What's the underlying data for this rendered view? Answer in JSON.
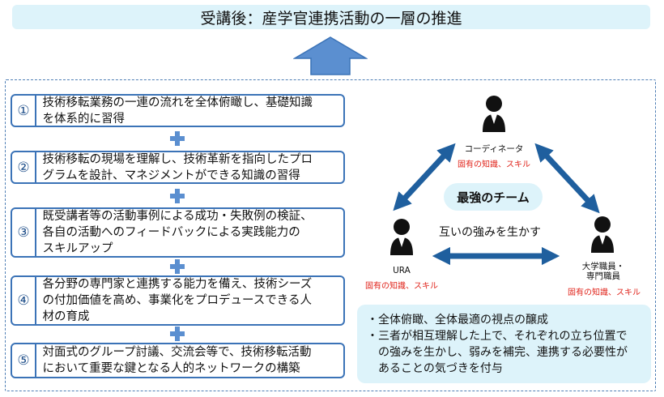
{
  "title": "受講後：産学官連携活動の一層の推進",
  "steps": [
    {
      "num": "①",
      "lines": [
        "技術移転業務の一連の流れを全体俯瞰し、基礎知識",
        "を体系的に習得"
      ]
    },
    {
      "num": "②",
      "lines": [
        "技術移転の現場を理解し、技術革新を指向したプロ",
        "グラムを設計、マネジメントができる知識の習得"
      ]
    },
    {
      "num": "③",
      "lines": [
        "既受講者等の活動事例による成功・失敗例の検証、",
        "各自の活動へのフィードバックによる実践能力の",
        "スキルアップ"
      ]
    },
    {
      "num": "④",
      "lines": [
        "各分野の専門家と連携する能力を備え、技術シーズ",
        "の付加価値を高め、事業化をプロデュースできる人",
        "材の育成"
      ]
    },
    {
      "num": "⑤",
      "lines": [
        "対面式のグループ討議、交流会等で、技術移転活動",
        "において重要な鍵となる人的ネットワークの構築"
      ]
    }
  ],
  "team": {
    "center_label": "最強のチーム",
    "mutual_label": "互いの強みを生かす",
    "roles": {
      "coordinator": {
        "name": "コーディネータ",
        "skill": "固有の知識、スキル"
      },
      "ura": {
        "name": "URA",
        "skill": "固有の知識、スキル"
      },
      "staff": {
        "name_line1": "大学職員・",
        "name_line2": "専門職員",
        "skill": "固有の知識、スキル"
      }
    }
  },
  "effects": [
    {
      "bullet": "・",
      "lines": [
        "全体俯瞰、全体最適の視点の醸成"
      ]
    },
    {
      "bullet": "・",
      "lines": [
        "三者が相互理解した上で、それぞれの立ち位置で",
        "の強みを生かし、弱みを補完、連携する必要性が",
        "あることの気づきを付与"
      ]
    }
  ],
  "colors": {
    "primary_blue": "#3b73b7",
    "dark_arrow_blue": "#1f5f9e",
    "light_cyan": "#ddf3fa",
    "accent_red": "#e0241b",
    "plus_blue": "#5b8fd0"
  }
}
